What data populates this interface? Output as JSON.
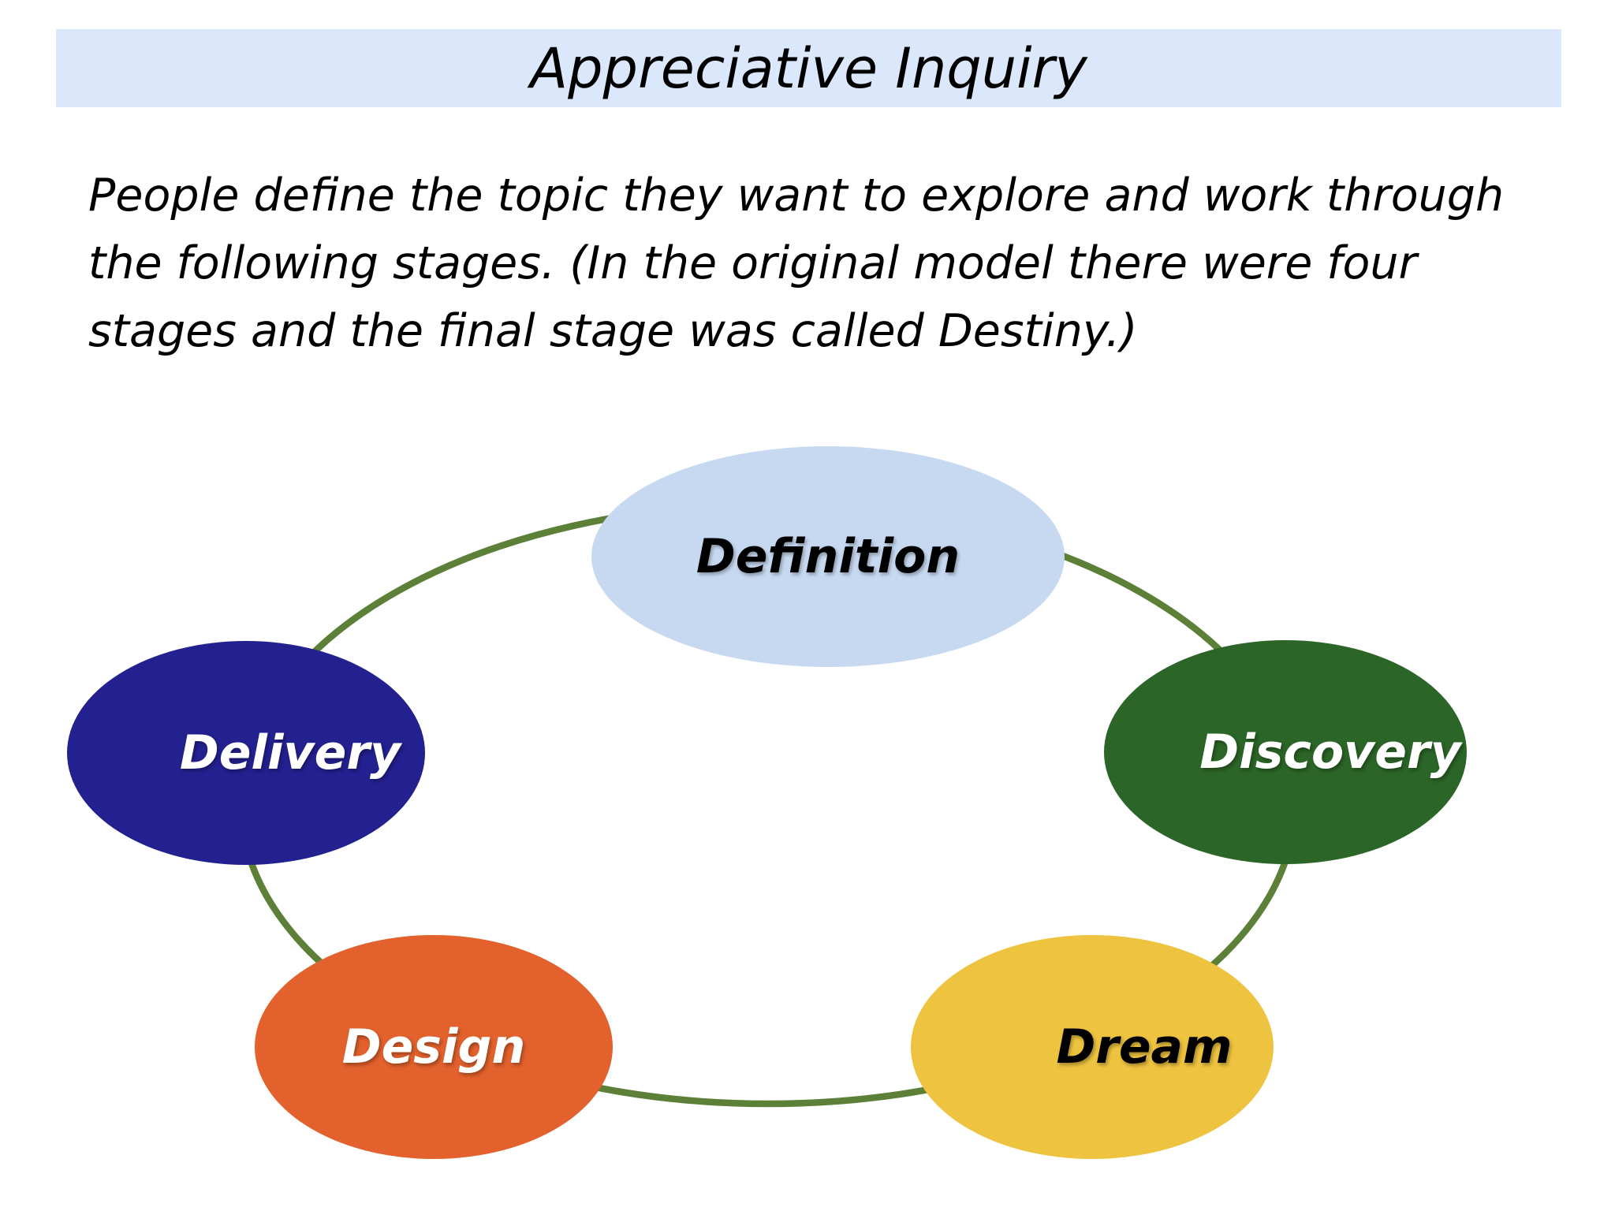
{
  "header": {
    "title": "Appreciative Inquiry",
    "background": "#dbe7fa"
  },
  "intro": {
    "text": "People define the topic they want to explore and work through the following stages. (In the original model there were four stages and the final stage was called Destiny.)",
    "lines": [
      "People define the topic they want to explore and work through",
      "the following stages. (In the original model there were four",
      "stages and the final stage was called Destiny.)"
    ]
  },
  "diagram": {
    "connector_color": "#5d8038",
    "stages": [
      {
        "id": "definition",
        "label": "Definition",
        "fill": "#c7d9f1",
        "text_color": "#000000"
      },
      {
        "id": "discovery",
        "label": "Discovery",
        "fill": "#2b6527",
        "text_color": "#ffffff"
      },
      {
        "id": "dream",
        "label": "Dream",
        "fill": "#eec33f",
        "text_color": "#000000"
      },
      {
        "id": "design",
        "label": "Design",
        "fill": "#e2612c",
        "text_color": "#ffffff"
      },
      {
        "id": "delivery",
        "label": "Delivery",
        "fill": "#232090",
        "text_color": "#ffffff"
      }
    ]
  }
}
